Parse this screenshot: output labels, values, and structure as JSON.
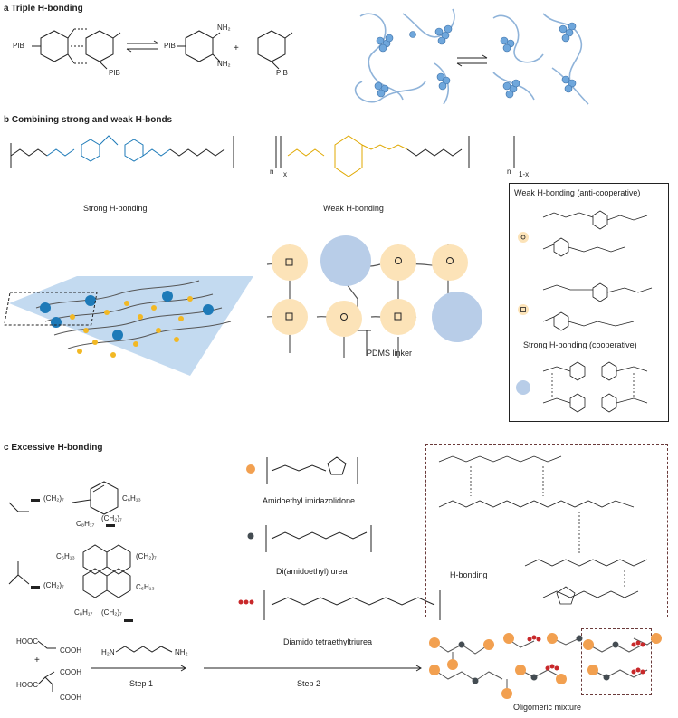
{
  "panel_a": {
    "letter": "a",
    "title": "Triple H-bonding",
    "pib_left_1": "PIB",
    "pib_left_2": "PIB",
    "pib_right": "PIB",
    "pib_right_2": "PIB",
    "nh2_top": "NH₂",
    "nh2_bottom": "NH₂",
    "plus": "+",
    "colors": {
      "network_line": "#8fb3d9",
      "particle": "#6fa7dc"
    }
  },
  "panel_b": {
    "letter": "b",
    "title": "Combining strong and weak H-bonds",
    "strong_label": "Strong H-bonding",
    "weak_label": "Weak H-bonding",
    "sub_n1": "n",
    "sub_x": "x",
    "sub_n2": "n",
    "sub_1mx": "1-x",
    "pdms_label": "PDMS linker",
    "legend": {
      "weak_title": "Weak H-bonding (anti-cooperative)",
      "strong_title": "Strong H-bonding (cooperative)"
    },
    "colors": {
      "strong": "#1d7ab8",
      "weak": "#f2b824",
      "strong_fill": "#b8cde8",
      "weak_fill": "#fce3b8",
      "plane": "#bcd6ee"
    }
  },
  "panel_c": {
    "letter": "c",
    "title": "Excessive H-bonding",
    "amido_label": "Amidoethyl imidazolidone",
    "diurea_label": "Di(amidoethyl) urea",
    "triurea_label": "Diamido tetraethyltriurea",
    "hbond_label": "H-bonding",
    "step1": "Step 1",
    "step2": "Step 2",
    "oligo_label": "Oligomeric mixture",
    "hooc1": "HOOC",
    "cooh1": "COOH",
    "hooc2": "HOOC",
    "cooh2a": "COOH",
    "cooh2b": "COOH",
    "plus": "+",
    "h2n": "H₂N",
    "nh2": "NH₂",
    "ch27_1": "(CH₂)₇",
    "c6h13_1": "C₆H₁₃",
    "c8h17_1": "C₈H₁₇",
    "ch27_2": "(CH₂)₇",
    "c6h13_2": "C₆H₁₃",
    "ch27_3": "(CH₂)₇",
    "ch27_4": "(CH₂)₇",
    "c6h13_3": "C₆H₁₃",
    "c8h17_2": "C₈H₁₇",
    "ch27_5": "(CH₂)₇",
    "colors": {
      "orange": "#f2a050",
      "dark": "#444c52",
      "red": "#c8282a",
      "box": "#6b3b3b"
    }
  }
}
